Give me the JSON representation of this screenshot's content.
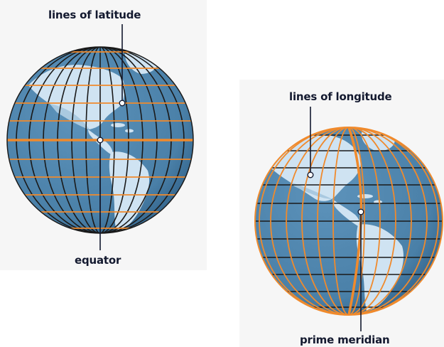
{
  "left_diagram": {
    "top_label": "lines of latitude",
    "bottom_label": "equator"
  },
  "right_diagram": {
    "top_label": "lines of longitude",
    "bottom_label": "prime meridian"
  },
  "colors": {
    "ocean": "#4f86ad",
    "ocean_dark": "#3a6e96",
    "land": "#cfe3f2",
    "grid_black": "#1a1a1a",
    "grid_orange": "#f08a2c",
    "label_text": "#13192f",
    "panel_bg": "#f6f6f6"
  }
}
